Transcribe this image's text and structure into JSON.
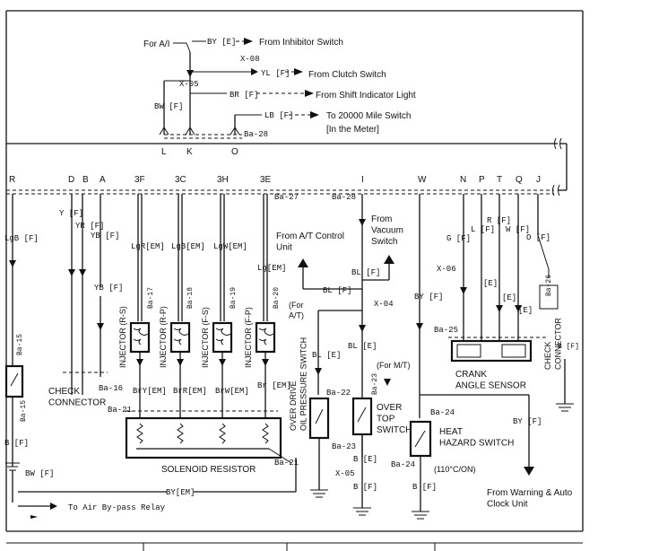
{
  "top": {
    "for_ai": "For A/I",
    "by_e": "BY [E]",
    "from_inhibitor": "From Inhibitor Switch",
    "x08": "X-08",
    "yl_f": "YL [F]",
    "from_clutch": "From Clutch Switch",
    "x05": "X-05",
    "br_f": "BR [F]",
    "from_shift": "From Shift Indicator Light",
    "bw_f": "BW [F]",
    "lb_f": "LB [F]",
    "to_20000": "To 20000 Mile Switch",
    "in_meter": "[In the Meter]",
    "ba28": "Ba-28",
    "term_l": "L",
    "term_k": "K",
    "term_o": "O"
  },
  "harness": {
    "terminals": [
      "R",
      "D",
      "B",
      "A",
      "3F",
      "3C",
      "3H",
      "3E",
      "I",
      "W",
      "N",
      "P",
      "T",
      "Q",
      "J"
    ],
    "ba27": "Ba-27",
    "ba28": "Ba-28"
  },
  "left": {
    "y_f": "Y [F]",
    "yr_f": "YR [F]",
    "yb_f": "YB [F]",
    "yb_f2": "YB [F]",
    "lgb_f": "LgB [F]",
    "ba15": "Ba-15",
    "ba15b": "Ba-15",
    "check_connector": "CHECK\nCONNECTOR",
    "ba16": "Ba-16",
    "b_f": "B [F]",
    "bw_f": "BW [F]",
    "to_air": "To Air By-pass Relay"
  },
  "injectors": {
    "wires_top": [
      "LgR[EM]",
      "LgB[EM]",
      "LgW[EM]",
      "Lg[EM]"
    ],
    "tags": [
      "Ba-17",
      "Ba-18",
      "Ba-19",
      "Ba-20"
    ],
    "names": [
      "INJECTOR (R-S)",
      "INJECTOR (R-P)",
      "INJECTOR (F-S)",
      "INJECTOR (F-P)"
    ],
    "wires_bottom": [
      "BrY[EM]",
      "BrR[EM]",
      "BrW[EM]",
      "Br [EM]"
    ],
    "ba21": "Ba-21",
    "solenoid_resistor": "SOLENOID RESISTOR",
    "ba21b": "Ba-21",
    "by_em": "BY[EM]"
  },
  "center": {
    "from_at_control": "From A/T Control\nUnit",
    "from_vacuum": "From\nVacuum\nSwitch",
    "bl_f": "BL [F]",
    "bl_f2": "BL [F]",
    "x04": "X-04",
    "for_at": "(For\nA/T)",
    "bl_e": "BL [E]",
    "bl_e2": "BL [E]",
    "over_drive": "OVER DRIVE\nOIL PRESSURE SWITCH",
    "ba22": "Ba-22",
    "for_mt": "(For M/T)",
    "ba23": "Ba-23",
    "over_top": "OVER\nTOP\nSWITCH",
    "ba23b": "Ba-23",
    "b_e": "B [E]",
    "x05": "X-05",
    "b_f": "B [F]"
  },
  "right": {
    "by_f": "BY [F]",
    "ba24": "Ba-24",
    "heat_hazard": "HEAT\nHAZARD SWITCH",
    "ba24b": "Ba-24",
    "temp": "(110°C/ON)",
    "b_f": "B [F]",
    "from_warning": "From Warning & Auto\nClock Unit",
    "by_f2": "BY [F]",
    "g_f": "G [F]",
    "l_f": "L [F]",
    "r_f": "R [F]",
    "w_f": "W [F]",
    "o_f": "O [F]",
    "x06": "X-06",
    "e1": "[E]",
    "e2": "[E]",
    "e3": "[E]",
    "ba25": "Ba-25",
    "ba26": "Ba-26",
    "crank": "CRANK\nANGLE SENSOR",
    "check_connector": "CHECK\nCONNECTOR",
    "b_f2": "B [F]"
  }
}
